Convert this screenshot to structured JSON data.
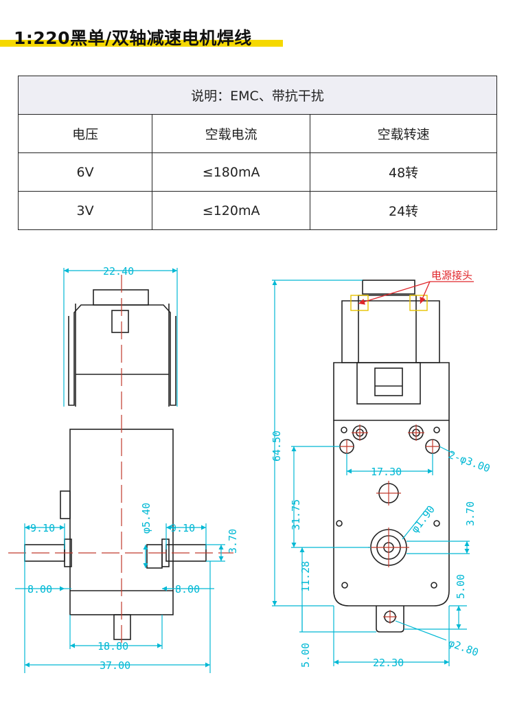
{
  "title": "1:220黑单/双轴减速电机焊线",
  "table": {
    "caption": "说明：EMC、带抗干扰",
    "headers": [
      "电压",
      "空载电流",
      "空载转速"
    ],
    "rows": [
      [
        "6V",
        "≤180mA",
        "48转"
      ],
      [
        "3V",
        "≤120mA",
        "24转"
      ]
    ]
  },
  "drawing": {
    "left_view": {
      "width_top": "22.40",
      "shaft_dia": "φ5.40",
      "shaft_len_left": "9.10",
      "shaft_len_right": "9.10",
      "flat": "3.70",
      "collar_left": "8.00",
      "collar_right": "8.00",
      "base_width": "18.80",
      "total_width": "37.00"
    },
    "right_view": {
      "note_label": "电源接头",
      "height_total": "64.50",
      "height_mid": "31.75",
      "height_shaft": "11.28",
      "bottom_offset": "5.00",
      "holes": "2-φ3.00",
      "hole_spacing": "17.30",
      "shaft_dia": "φ1.90",
      "flat": "3.70",
      "tab_height": "5.00",
      "tab_hole": "φ2.80",
      "base_width": "22.30"
    }
  },
  "colors": {
    "accent_bar": "#f5d800",
    "dimension": "#00b8d4",
    "centerline": "#c0392b",
    "note": "#e0262b",
    "outline": "#222222"
  }
}
